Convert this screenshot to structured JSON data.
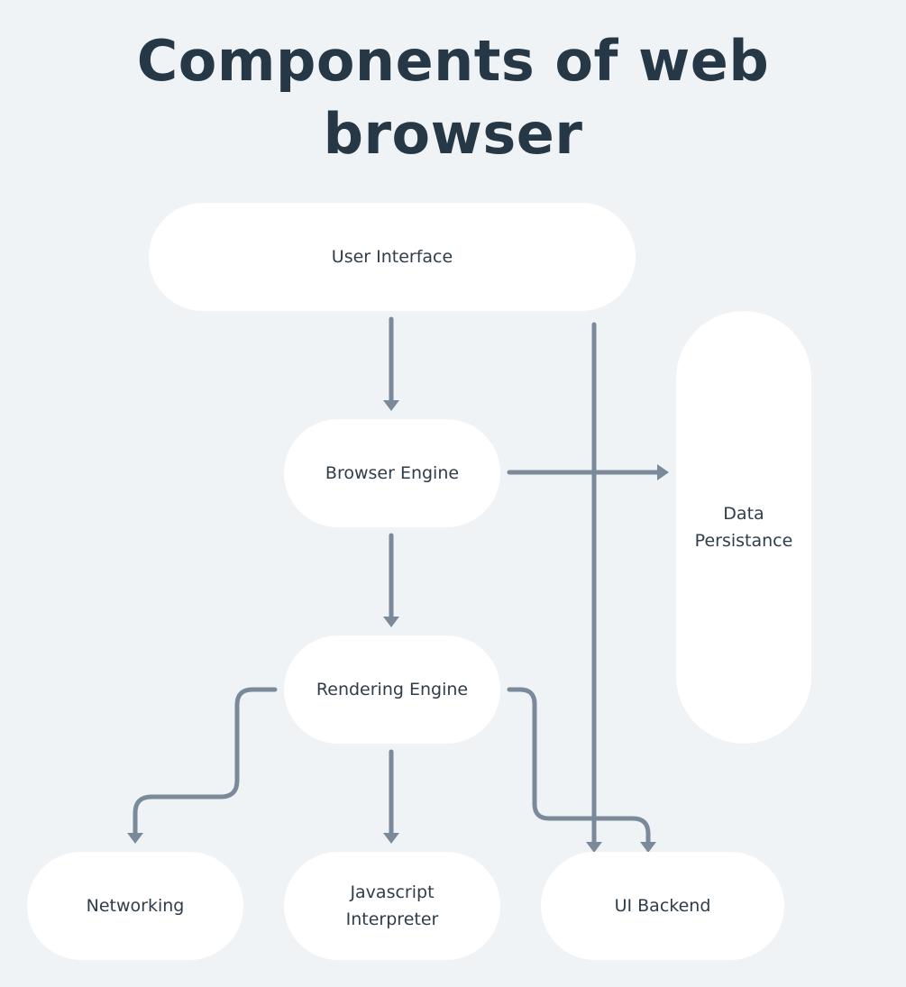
{
  "title": "Components of web browser",
  "colors": {
    "background": "#f0f3f6",
    "node_fill": "#ffffff",
    "connector": "#7a8a9a",
    "title_text": "#263746",
    "node_text": "#2f3c49"
  },
  "nodes": {
    "user_interface": "User Interface",
    "browser_engine": "Browser Engine",
    "rendering_engine": "Rendering Engine",
    "data_persistance": "Data\nPersistance",
    "networking": "Networking",
    "javascript_interpreter": "Javascript\nInterpreter",
    "ui_backend": "UI Backend"
  },
  "edges": [
    {
      "from": "User Interface",
      "to": "Browser Engine"
    },
    {
      "from": "User Interface",
      "to": "UI Backend"
    },
    {
      "from": "Browser Engine",
      "to": "Data Persistance"
    },
    {
      "from": "Browser Engine",
      "to": "Rendering Engine"
    },
    {
      "from": "Rendering Engine",
      "to": "Networking"
    },
    {
      "from": "Rendering Engine",
      "to": "Javascript Interpreter"
    },
    {
      "from": "Rendering Engine",
      "to": "UI Backend"
    }
  ]
}
